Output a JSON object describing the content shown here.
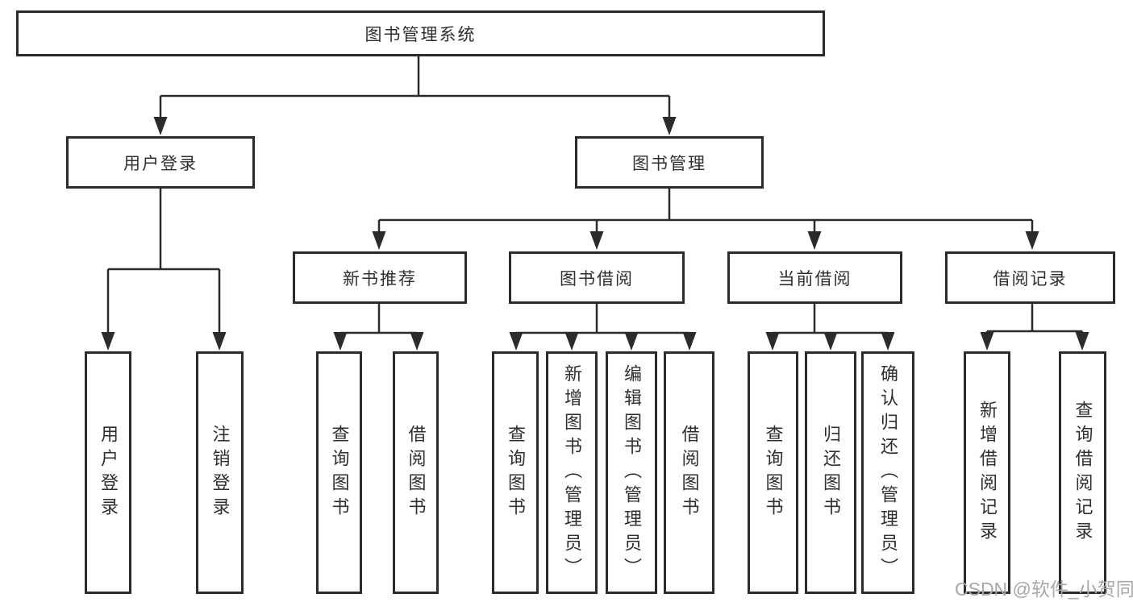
{
  "tree": {
    "root": {
      "label": "图书管理系统"
    },
    "branches": [
      {
        "label": "用户登录",
        "children": [
          {
            "label": "用户登录"
          },
          {
            "label": "注销登录"
          }
        ]
      },
      {
        "label": "图书管理",
        "children": [
          {
            "label": "新书推荐",
            "children": [
              {
                "label": "查询图书"
              },
              {
                "label": "借阅图书"
              }
            ]
          },
          {
            "label": "图书借阅",
            "children": [
              {
                "label": "查询图书"
              },
              {
                "label": "新增图书（管理员）"
              },
              {
                "label": "编辑图书（管理员）"
              },
              {
                "label": "借阅图书"
              }
            ]
          },
          {
            "label": "当前借阅",
            "children": [
              {
                "label": "查询图书"
              },
              {
                "label": "归还图书"
              },
              {
                "label": "确认归还（管理员）"
              }
            ]
          },
          {
            "label": "借阅记录",
            "children": [
              {
                "label": "新增借阅记录"
              },
              {
                "label": "查询借阅记录"
              }
            ]
          }
        ]
      }
    ]
  },
  "watermark": "CSDN @软件_小贺同学",
  "colors": {
    "line": "#2b2b2b",
    "box_border": "#2b2b2b",
    "box_fill": "#ffffff",
    "text": "#2f2f2f",
    "watermark": "#a8a8a8",
    "background": "#ffffff"
  }
}
